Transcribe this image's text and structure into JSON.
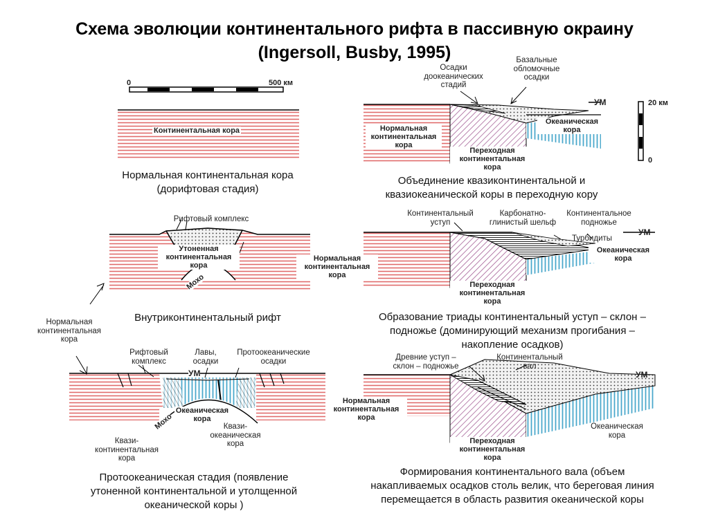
{
  "title": {
    "line1": "Схема эволюции континентального рифта в пассивную окраину",
    "line2": "(Ingersoll, Busby, 1995)"
  },
  "scale": {
    "zero": "0",
    "km500": "500 км",
    "vzero": "0",
    "km20": "20 км"
  },
  "panels": {
    "p1": {
      "caption_line1": "Нормальная континентальная кора",
      "caption_line2": "(дорифтовая стадия)",
      "crust": "Континентальная кора"
    },
    "p2": {
      "caption_line1": "Объединение квазиконтинентальной и",
      "caption_line2": "квазиокеанической коры в переходную кору",
      "sediments_old_1": "Осадки",
      "sediments_old_2": "доокеанических",
      "sediments_old_3": "стадий",
      "basal_1": "Базальные",
      "basal_2": "обломочные",
      "basal_3": "осадки",
      "um": "УМ",
      "normal_1": "Нормальная",
      "normal_2": "континентальная",
      "normal_3": "кора",
      "oceanic_1": "Океаническая",
      "oceanic_2": "кора",
      "transitional_1": "Переходная",
      "transitional_2": "континентальная",
      "transitional_3": "кора"
    },
    "p3": {
      "caption": "Внутриконтинентальный рифт",
      "rift_complex": "Рифтовый комплекс",
      "thinned_1": "Утоненная",
      "thinned_2": "континентальная",
      "thinned_3": "кора",
      "moho": "Мохо",
      "normal_1": "Нормальная",
      "normal_2": "континентальная",
      "normal_3": "кора",
      "normal_left_1": "Нормальная",
      "normal_left_2": "континентальная",
      "normal_left_3": "кора"
    },
    "p4": {
      "caption_line1": "Образование триады континентальный уступ – склон –",
      "caption_line2": "подножье (доминирующий механизм прогибания –",
      "caption_line3": "накопление осадков)",
      "shelf_edge_1": "Континентальный",
      "shelf_edge_2": "уступ",
      "carbonate_1": "Карбонатно-",
      "carbonate_2": "глинистый шельф",
      "rise_1": "Континентальное",
      "rise_2": "подножье",
      "um": "УМ",
      "turbidites": "Турбидиты",
      "oceanic_1": "Океаническая",
      "oceanic_2": "кора",
      "transitional_1": "Переходная",
      "transitional_2": "континентальная",
      "transitional_3": "кора"
    },
    "p5": {
      "caption_line1": "Протоокеаническая стадия (появление",
      "caption_line2": "утоненной континентальной и утолщенной",
      "caption_line3": "океанической коры )",
      "rift_complex_1": "Рифтовый",
      "rift_complex_2": "комплекс",
      "lavas_1": "Лавы,",
      "lavas_2": "осадки",
      "protoocean_1": "Протоокеанические",
      "protoocean_2": "осадки",
      "um": "УМ",
      "oceanic_1": "Океаническая",
      "oceanic_2": "кора",
      "moho": "Мохо",
      "quasi_cont_1": "Квази-",
      "quasi_cont_2": "континентальная",
      "quasi_cont_3": "кора",
      "quasi_ocean_1": "Квази-",
      "quasi_ocean_2": "океаническая",
      "quasi_ocean_3": "кора",
      "normal_1": "Нормальная",
      "normal_2": "континентальная",
      "normal_3": "кора"
    },
    "p6": {
      "caption_line1": "Формирования континентального вала (объем",
      "caption_line2": "накапливаемых осадков столь велик, что береговая линия",
      "caption_line3": "перемещается в область развития океанической коры",
      "ancient_1": "Древние уступ –",
      "ancient_2": "склон – подножье",
      "wall_1": "Континентальный",
      "wall_2": "вал",
      "um": "УМ",
      "oceanic_1": "Океаническая",
      "oceanic_2": "кора",
      "transitional_1": "Переходная",
      "transitional_2": "континентальная",
      "transitional_3": "кора"
    }
  },
  "colors": {
    "continental": "#e06b6b",
    "oceanic": "#4aa8cc",
    "transitional": "#9a4d8a",
    "text": "#111111"
  }
}
